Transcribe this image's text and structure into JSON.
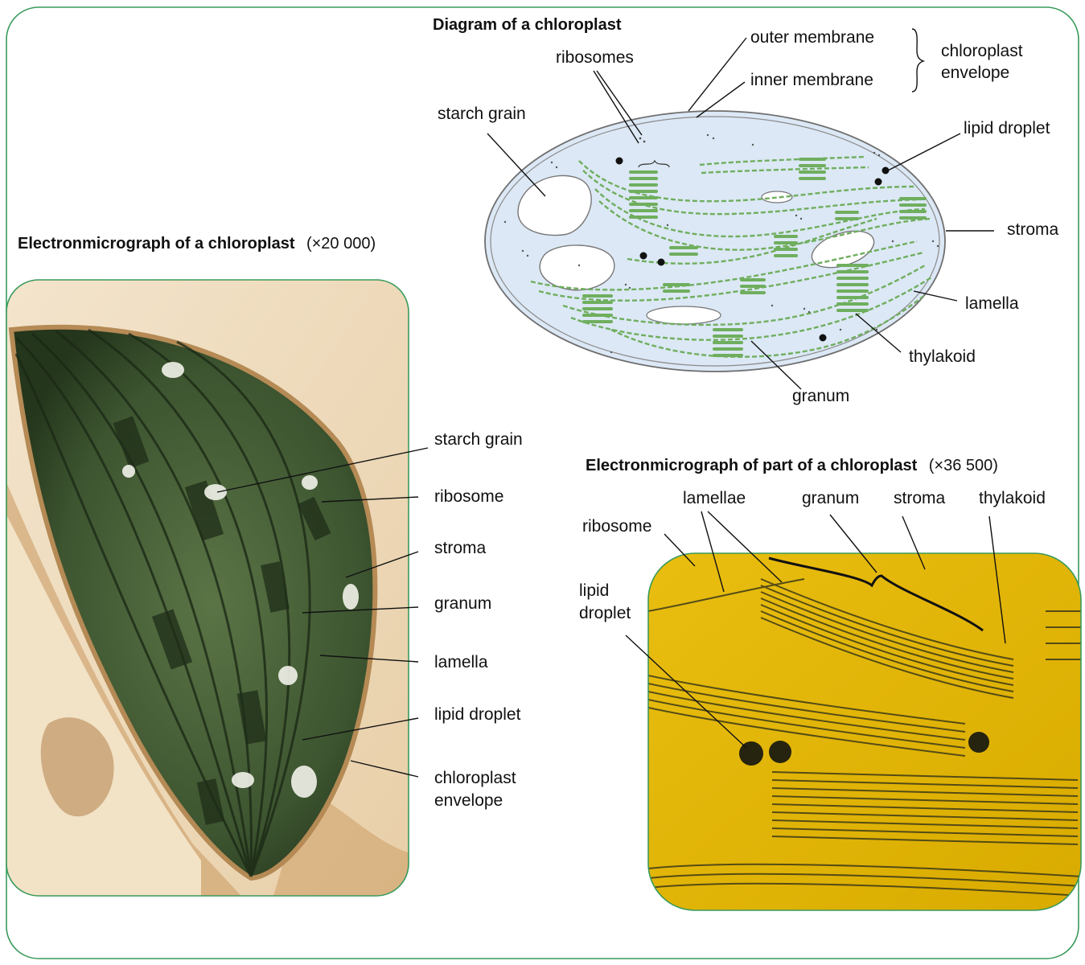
{
  "diagram": {
    "title": "Diagram of a chloroplast",
    "labels": {
      "outer_membrane": "outer membrane",
      "inner_membrane": "inner membrane",
      "chloroplast_envelope_1": "chloroplast",
      "chloroplast_envelope_2": "envelope",
      "ribosomes": "ribosomes",
      "starch_grain": "starch grain",
      "lipid_droplet": "lipid droplet",
      "stroma": "stroma",
      "lamella": "lamella",
      "thylakoid": "thylakoid",
      "granum": "granum"
    }
  },
  "micrograph_whole": {
    "title": "Electronmicrograph of a chloroplast",
    "magnification": "(×20 000)",
    "labels": {
      "starch_grain": "starch grain",
      "ribosome": "ribosome",
      "stroma": "stroma",
      "granum": "granum",
      "lamella": "lamella",
      "lipid_droplet": "lipid droplet",
      "chloroplast_envelope_1": "chloroplast",
      "chloroplast_envelope_2": "envelope"
    }
  },
  "micrograph_part": {
    "title": "Electronmicrograph of part of a chloroplast",
    "magnification": "(×36 500)",
    "labels": {
      "lamellae": "lamellae",
      "granum": "granum",
      "stroma": "stroma",
      "thylakoid": "thylakoid",
      "ribosome": "ribosome",
      "lipid_droplet_1": "lipid",
      "lipid_droplet_2": "droplet"
    }
  },
  "colors": {
    "frame_border": "#3a9a5b",
    "chloroplast_fill": "#dce8f5",
    "thylakoid_green": "#6fae5e",
    "micrograph_green": "#36502c",
    "micrograph_yellow": "#e3b800",
    "micrograph_tan": "#efd6b4"
  }
}
